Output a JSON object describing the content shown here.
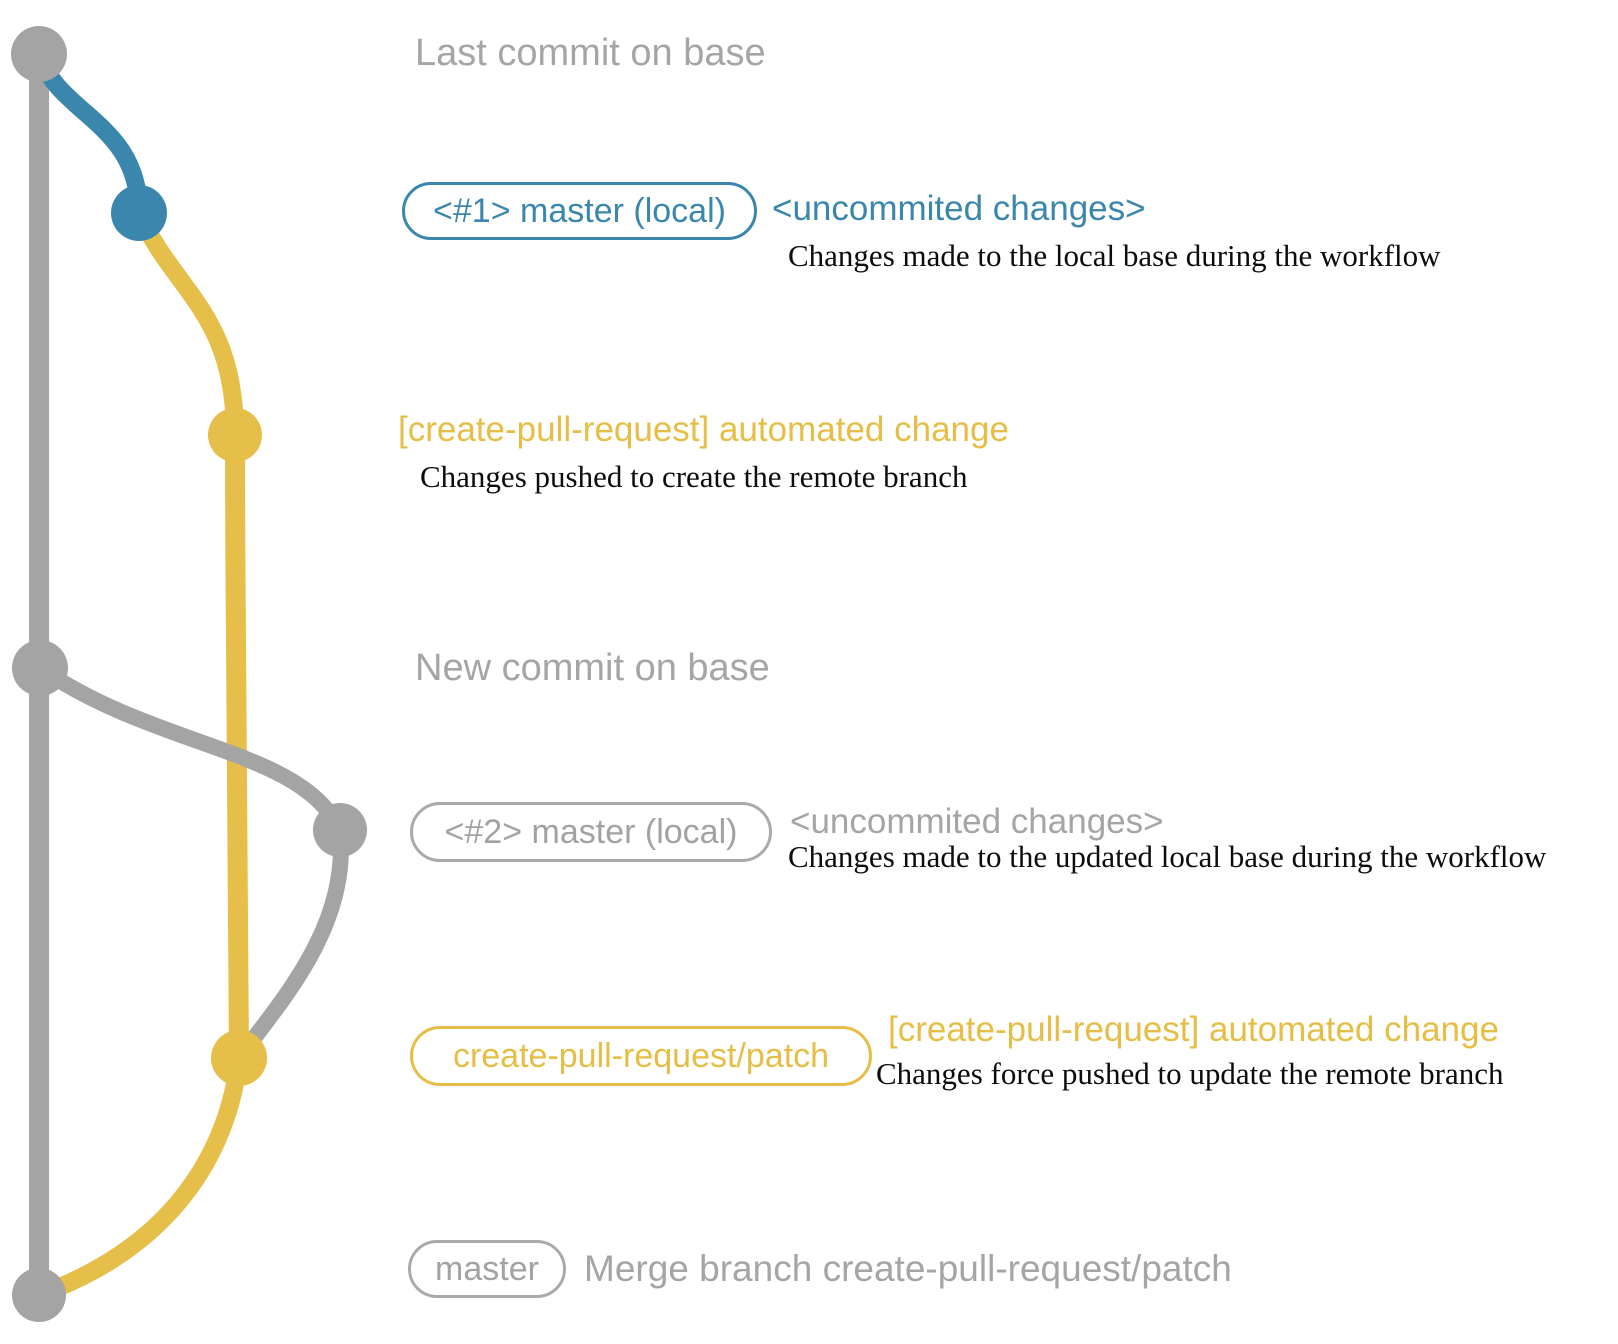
{
  "graph": {
    "colors": {
      "base_gray": "#a4a4a4",
      "local_blue": "#3a86ad",
      "branch_yellow": "#e5bf4a"
    }
  },
  "rows": {
    "last_commit": {
      "label": "Last commit on base"
    },
    "local1": {
      "pill": "<#1> master (local)",
      "tag": "<uncommited changes>",
      "desc": "Changes made to the local base during the workflow"
    },
    "push1": {
      "tag": "[create-pull-request] automated change",
      "desc": "Changes pushed to create the remote branch"
    },
    "new_commit": {
      "label": "New commit on base"
    },
    "local2": {
      "pill": "<#2> master (local)",
      "tag": "<uncommited changes>",
      "desc": "Changes made to the updated local base during the workflow"
    },
    "push2": {
      "pill": "create-pull-request/patch",
      "tag": "[create-pull-request] automated change",
      "desc": "Changes force pushed to update the remote branch"
    },
    "merge": {
      "pill": "master",
      "label": "Merge branch create-pull-request/patch"
    }
  }
}
